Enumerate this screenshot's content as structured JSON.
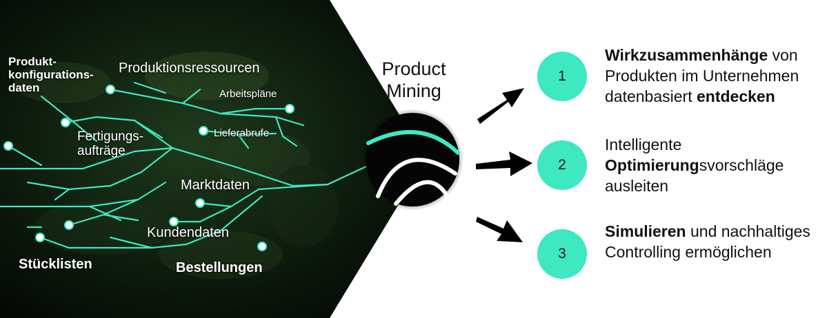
{
  "colors": {
    "accent": "#3ee8c0",
    "dark_panel": "#0f1a10",
    "text_dark": "#111111",
    "arrow": "#000000"
  },
  "labels": {
    "produkt_konfig": "Produkt-\nkonfigurations-\ndaten",
    "produktionsressourcen": "Produktionsressourcen",
    "arbeitsplaene": "Arbeitspläne",
    "lieferabrufe": "Lieferabrufe",
    "fertigungsauftraege": "Fertigungs-\naufträge",
    "marktdaten": "Marktdaten",
    "kundendaten": "Kundendaten",
    "stuecklisten": "Stücklisten",
    "bestellungen": "Bestellungen"
  },
  "title": "Product\nMining",
  "steps": [
    {
      "number": "1",
      "parts": [
        {
          "text": "Wirkzusammenhänge",
          "bold": true
        },
        {
          "text": " von Produkten im Unternehmen datenbasiert ",
          "bold": false
        },
        {
          "text": "entdecken",
          "bold": true
        }
      ]
    },
    {
      "number": "2",
      "parts": [
        {
          "text": "Intelligente ",
          "bold": false
        },
        {
          "text": "Optimierung",
          "bold": true
        },
        {
          "text": "svorschläge ausleiten",
          "bold": false
        }
      ]
    },
    {
      "number": "3",
      "parts": [
        {
          "text": "Simulieren",
          "bold": true
        },
        {
          "text": " und nachhaltiges Controlling ermöglichen",
          "bold": false
        }
      ]
    }
  ]
}
